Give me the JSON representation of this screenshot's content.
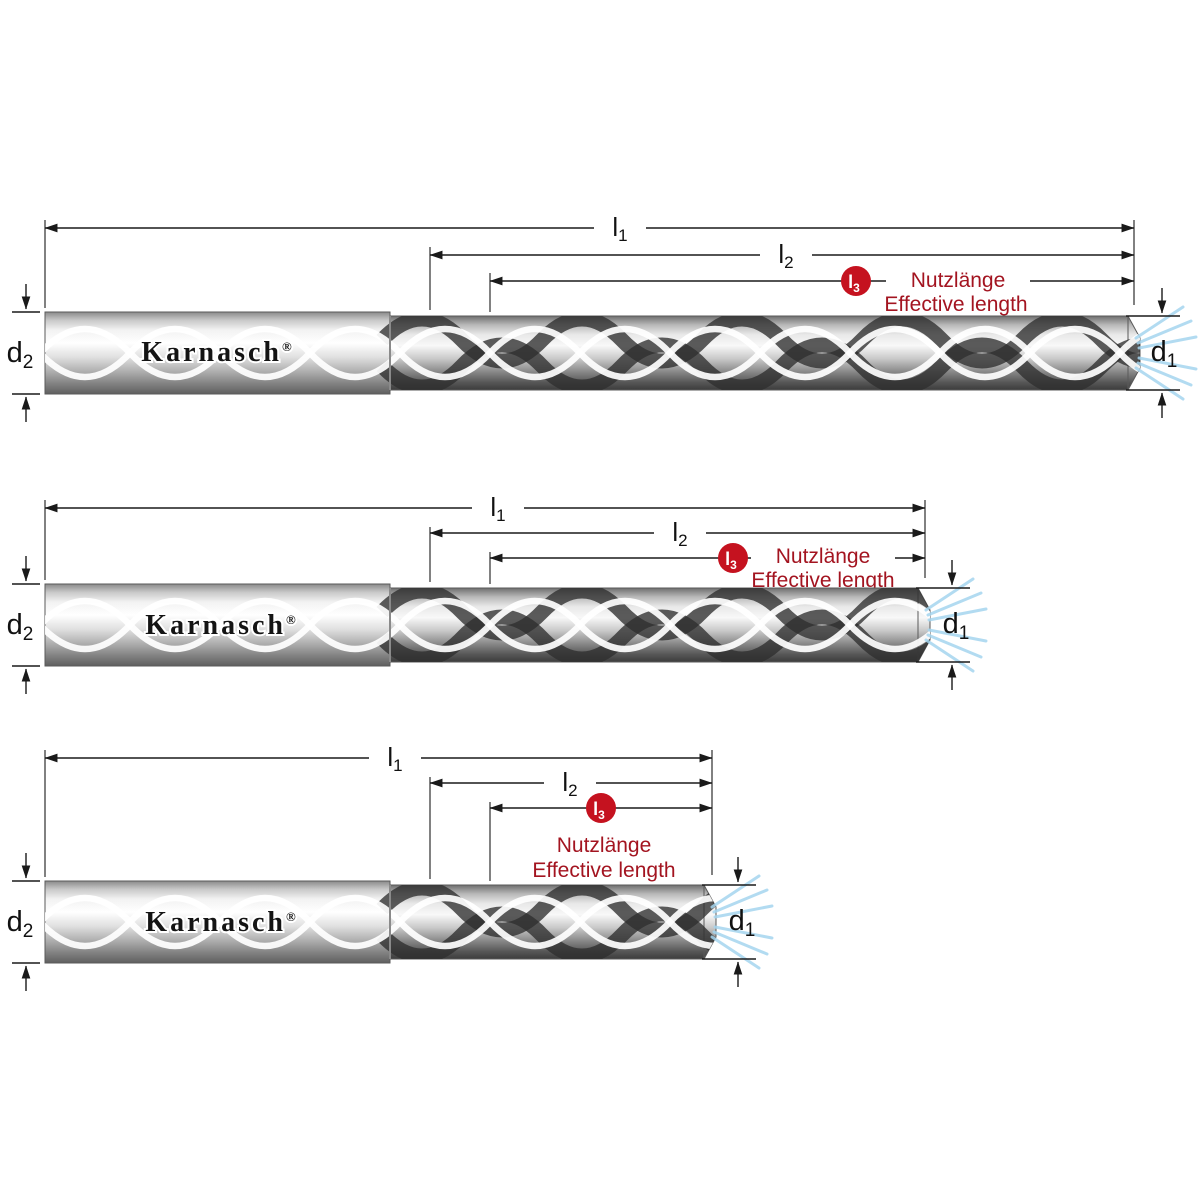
{
  "colors": {
    "red_badge": "#c5121f",
    "red_text": "#a31420",
    "dim_line": "#1a1a1a",
    "spray": "#a5d5ef"
  },
  "brand": {
    "name": "Karnasch",
    "registered": "®"
  },
  "dim_labels": {
    "l1": {
      "base": "l",
      "sub": "1"
    },
    "l2": {
      "base": "l",
      "sub": "2"
    },
    "l3": {
      "base": "l",
      "sub": "3"
    },
    "d1": {
      "base": "d",
      "sub": "1"
    },
    "d2": {
      "base": "d",
      "sub": "2"
    }
  },
  "annotations": {
    "nutzlaenge": "Nutzlänge",
    "effective_length": "Effective length"
  }
}
